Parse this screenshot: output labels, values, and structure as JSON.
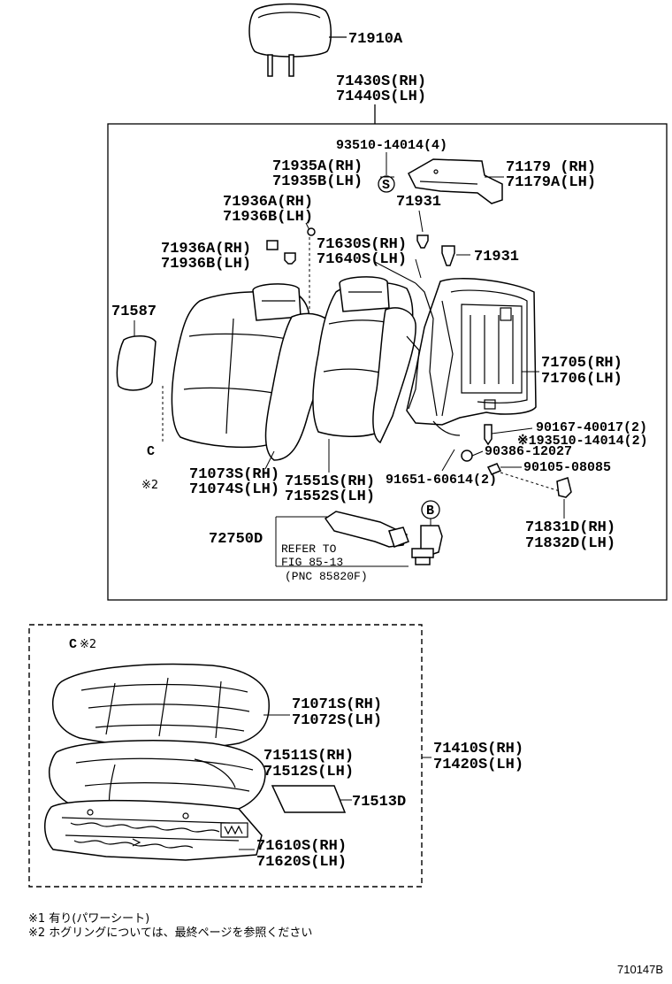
{
  "labels": {
    "headrest": "71910A",
    "back_assy_rh": "71430S(RH)",
    "back_assy_lh": "71440S(LH)",
    "screw_top": "93510-14014(4)",
    "hinge_cover_rh": "71935A(RH)",
    "hinge_cover_lh": "71935B(LH)",
    "bracket_rh": "71179  (RH)",
    "bracket_lh": "71179A(LH)",
    "guide_a_rh": "71936A(RH)",
    "guide_a_lh": "71936B(LH)",
    "clip_top": "71931",
    "support_rh": "71630S(RH)",
    "support_lh": "71640S(LH)",
    "guide_b_rh": "71936A(RH)",
    "guide_b_lh": "71936B(LH)",
    "clip_mid": "71931",
    "cover_71587": "71587",
    "frame_rh": "71705(RH)",
    "frame_lh": "71706(LH)",
    "screw_90167": "90167-40017(2)",
    "screw_93510": "※193510-14014(2)",
    "washer_90386": "90386-12027",
    "nut_90105": "90105-08085",
    "back_cover_rh": "71073S(RH)",
    "back_cover_lh": "71074S(LH)",
    "pad_back_rh": "71551S(RH)",
    "pad_back_lh": "71552S(LH)",
    "screw_91651": "91651-60614(2)",
    "hog_ring": "C",
    "note_mark_2": "※2",
    "callout_b": "B",
    "callout_s": "S",
    "switch": "72750D",
    "ref_line1": "REFER TO",
    "ref_line2": "FIG 85-13",
    "ref_line3": "(PNC 85820F)",
    "hinge_cover2_rh": "71831D(RH)",
    "hinge_cover2_lh": "71832D(LH)",
    "cushion_cover_rh": "71071S(RH)",
    "cushion_cover_lh": "71072S(LH)",
    "cushion_assy_rh": "71410S(RH)",
    "cushion_assy_lh": "71420S(LH)",
    "cushion_pad_rh": "71511S(RH)",
    "cushion_pad_lh": "71512S(LH)",
    "cushion_mat": "71513D",
    "cushion_frame_rh": "71610S(RH)",
    "cushion_frame_lh": "71620S(LH)",
    "hog_ring_2": "C",
    "note_mark_2b": "※2"
  },
  "notes": {
    "n1": "※1 有り(パワーシート)",
    "n2": "※2 ホグリングについては、最終ページを参照ください"
  },
  "figure_code": "710147B"
}
